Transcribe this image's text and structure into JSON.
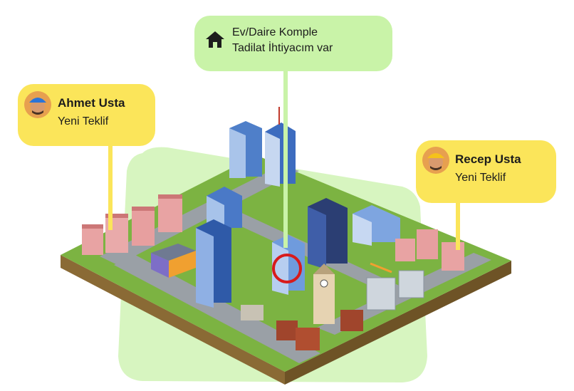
{
  "request": {
    "line1": "Ev/Daire Komple",
    "line2": "Tadilat İhtiyacım var",
    "icon": "home-icon",
    "color": "#c9f3a8"
  },
  "offers": [
    {
      "name": "Ahmet Usta",
      "status": "Yeni Teklif",
      "avatar": "worker-avatar-blue-helmet",
      "color": "#fbe55a"
    },
    {
      "name": "Recep Usta",
      "status": "Yeni Teklif",
      "avatar": "worker-avatar-yellow-helmet",
      "color": "#fbe55a"
    }
  ],
  "colors": {
    "ground": "#7cb342",
    "road": "#9aa0a6",
    "highlight_ring": "#d81b1b",
    "backdrop": "#d7f5c0"
  }
}
